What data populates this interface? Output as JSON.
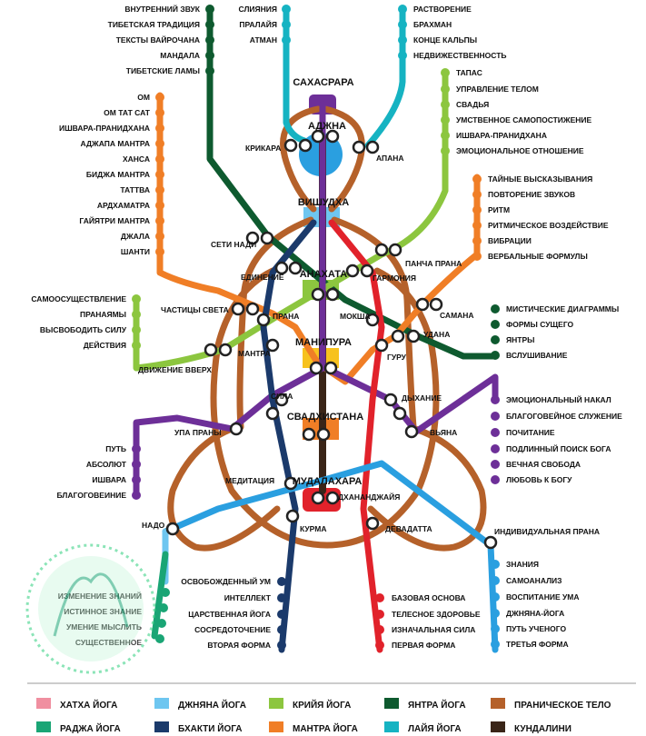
{
  "colors": {
    "hatha": "#f08fa0",
    "jnana": "#2a9fe0",
    "kriya": "#8cc63f",
    "yantra": "#0e5a2f",
    "pranic": "#b5612a",
    "raja": "#1aa575",
    "bhakti": "#1b3a6b",
    "mantra": "#f07e26",
    "laya": "#16b3c2",
    "kundalini": "#3a2518",
    "purple": "#6d2f98",
    "red": "#e1222b"
  },
  "chakras": {
    "sahasrara": "САХАСРАРА",
    "ajna": "АДЖНА",
    "vishuddha": "ВИШУДХА",
    "anahata": "АНАХАТА",
    "manipura": "МАНИПУРА",
    "svadhisthana": "СВАДХИСТАНА",
    "muladhara": "МУДАЛАХАРА"
  },
  "stations": {
    "krikara": "КРИКАРА",
    "apana": "АПАНА",
    "seti_nadi": "СЕТИ НАДИ",
    "edinenie": "ЕДИНЕНИЕ",
    "garmonia": "ГАРМОНИЯ",
    "pancha_prana": "ПАНЧА ПРАНА",
    "chastitsy": "ЧАСТИЦЫ СВЕТА",
    "prana": "ПРАНА",
    "moksha": "МОКША",
    "samana": "САМАНА",
    "udana": "УДАНА",
    "mantra": "МАНТРА",
    "guru": "ГУРУ",
    "dvizhenie": "ДВИЖЕНИЕ ВВЕРХ",
    "sila": "СИЛА",
    "dyhanie": "ДЫХАНИЕ",
    "upa_prany": "УПА ПРАНЫ",
    "vyana": "ВЬЯНА",
    "meditatsia": "МЕДИТАЦИЯ",
    "dhananjaya": "ДХАНАНДЖАЙЯ",
    "nado": "НАДО",
    "kurma": "КУРМА",
    "devadatta": "ДЕВАДАТТА",
    "individ": "ИНДИВИДУАЛЬНАЯ ПРАНА"
  },
  "lists": {
    "top_left": [
      "ВНУТРЕННИЙ ЗВУК",
      "ТИБЕТСКАЯ ТРАДИЦИЯ",
      "ТЕКСТЫ ВАЙРОЧАНА",
      "МАНДАЛА",
      "ТИБЕТСКИЕ ЛАМЫ"
    ],
    "top_mid": [
      "СЛИЯНИЯ",
      "ПРАЛАЙЯ",
      "АТМАН"
    ],
    "top_right": [
      "РАСТВОРЕНИЕ",
      "БРАХМАН",
      "КОНЦЕ КАЛЬПЫ",
      "НЕДВИЖЕСТВЕННОСТЬ"
    ],
    "mantra": [
      "ОМ",
      "ОМ ТАТ САТ",
      "ИШВАРА-ПРАНИДХАНА",
      "АДЖАПА МАНТРА",
      "ХАНСА",
      "БИДЖА МАНТРА",
      "ТАТТВА",
      "АРДХАМАТРА",
      "ГАЙЯТРИ МАНТРА",
      "ДЖАЛА",
      "ШАНТИ"
    ],
    "kriya": [
      "ТАПАС",
      "УПРАВЛЕНИЕ ТЕЛОМ",
      "СВАДЬЯ",
      "УМСТВЕННОЕ САМОПОСТИЖЕНИЕ",
      "ИШВАРА-ПРАНИДХАНА",
      "ЭМОЦИОНАЛЬНОЕ ОТНОШЕНИЕ"
    ],
    "mantra_right": [
      "ТАЙНЫЕ ВЫСКАЗЫВАНИЯ",
      "ПОВТОРЕНИЕ ЗВУКОВ",
      "РИТМ",
      "РИТМИЧЕСКОЕ ВОЗДЕЙСТВИЕ",
      "ВИБРАЦИИ",
      "ВЕРБАЛЬНЫЕ ФОРМУЛЫ"
    ],
    "kriya_left": [
      "САМООСУЩЕСТВЛЕНИЕ",
      "ПРАНАЯМЫ",
      "ВЫСВОБОДИТЬ СИЛУ",
      "ДЕЙСТВИЯ"
    ],
    "yantra_right": [
      "МИСТИЧЕСКИЕ ДИАГРАММЫ",
      "ФОРМЫ СУЩЕГО",
      "ЯНТРЫ",
      "ВСЛУШИВАНИЕ"
    ],
    "bhakti_right": [
      "ЭМОЦИОНАЛЬНЫЙ НАКАЛ",
      "БЛАГОГОВЕЙНОЕ СЛУЖЕНИЕ",
      "ПОЧИТАНИЕ",
      "ПОДЛИННЫЙ ПОИСК БОГА",
      "ВЕЧНАЯ СВОБОДА",
      "ЛЮБОВЬ К БОГУ"
    ],
    "purple_left": [
      "ПУТЬ",
      "АБСОЛЮТ",
      "ИШВАРА",
      "БЛАГОГОВЕИНИЕ"
    ],
    "jnana_right": [
      "ЗНАНИЯ",
      "САМОАНАЛИЗ",
      "ВОСПИТАНИЕ УМА",
      "ДЖНЯНА-ЙОГА",
      "ПУТЬ УЧЕНОГО",
      "ТРЕТЬЯ ФОРМА"
    ],
    "navy_bottom": [
      "ОСВОБОЖДЕННЫЙ УМ",
      "ИНТЕЛЛЕКТ",
      "ЦАРСТВЕННАЯ ЙОГА",
      "СОСРЕДОТОЧЕНИЕ",
      "ВТОРАЯ ФОРМА"
    ],
    "red_bottom": [
      "БАЗОВАЯ ОСНОВА",
      "ТЕЛЕСНОЕ ЗДОРОВЬЕ",
      "ИЗНАЧАЛЬНАЯ СИЛА",
      "ПЕРВАЯ ФОРМА"
    ],
    "raja_bottom": [
      "ИЗМЕНЕНИЕ ЗНАНИЙ",
      "ИСТИННОЕ ЗНАНИЕ",
      "УМЕНИЕ МЫСЛИТЬ",
      "СУЩЕСТВЕННОЕ"
    ]
  },
  "legend": [
    {
      "label": "ХАТХА ЙОГА",
      "color": "#f08fa0"
    },
    {
      "label": "ДЖНЯНА ЙОГА",
      "color": "#6ec6f0"
    },
    {
      "label": "КРИЙЯ ЙОГА",
      "color": "#8cc63f"
    },
    {
      "label": "ЯНТРА ЙОГА",
      "color": "#0e5a2f"
    },
    {
      "label": "ПРАНИЧЕСКОЕ ТЕЛО",
      "color": "#b5612a"
    },
    {
      "label": "РАДЖА ЙОГА",
      "color": "#1aa575"
    },
    {
      "label": "БХАКТИ ЙОГА",
      "color": "#1b3a6b"
    },
    {
      "label": "МАНТРА ЙОГА",
      "color": "#f07e26"
    },
    {
      "label": "ЛАЙЯ ЙОГА",
      "color": "#16b3c2"
    },
    {
      "label": "КУНДАЛИНИ",
      "color": "#3a2518"
    }
  ]
}
